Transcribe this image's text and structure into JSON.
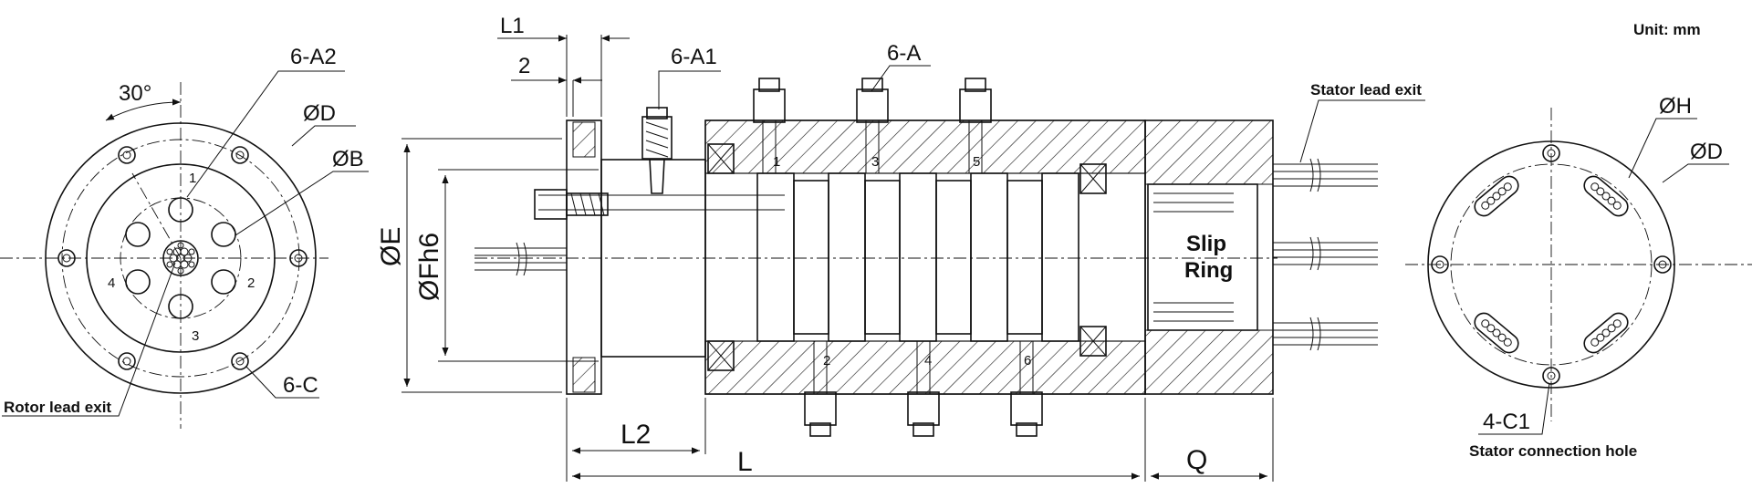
{
  "unit_label": "Unit: mm",
  "left_view": {
    "angle_label": "30°",
    "label_6A2": "6-A2",
    "label_D": "ØD",
    "label_B": "ØB",
    "label_6C": "6-C",
    "rotor_lead_exit": "Rotor lead exit",
    "port_numbers": [
      "1",
      "2",
      "3",
      "4"
    ]
  },
  "side_view": {
    "label_L1": "L1",
    "label_2": "2",
    "label_6A1": "6-A1",
    "label_6A": "6-A",
    "label_E": "ØE",
    "label_Fh6": "ØFh6",
    "label_L2": "L2",
    "label_L": "L",
    "label_Q": "Q",
    "stator_lead_exit": "Stator lead exit",
    "slip_ring_line1": "Slip",
    "slip_ring_line2": "Ring",
    "top_ports": [
      "1",
      "3",
      "5"
    ],
    "bottom_ports": [
      "2",
      "4",
      "6"
    ]
  },
  "right_view": {
    "label_H": "ØH",
    "label_D": "ØD",
    "label_4C1": "4-C1",
    "stator_connection_hole": "Stator connection hole"
  }
}
